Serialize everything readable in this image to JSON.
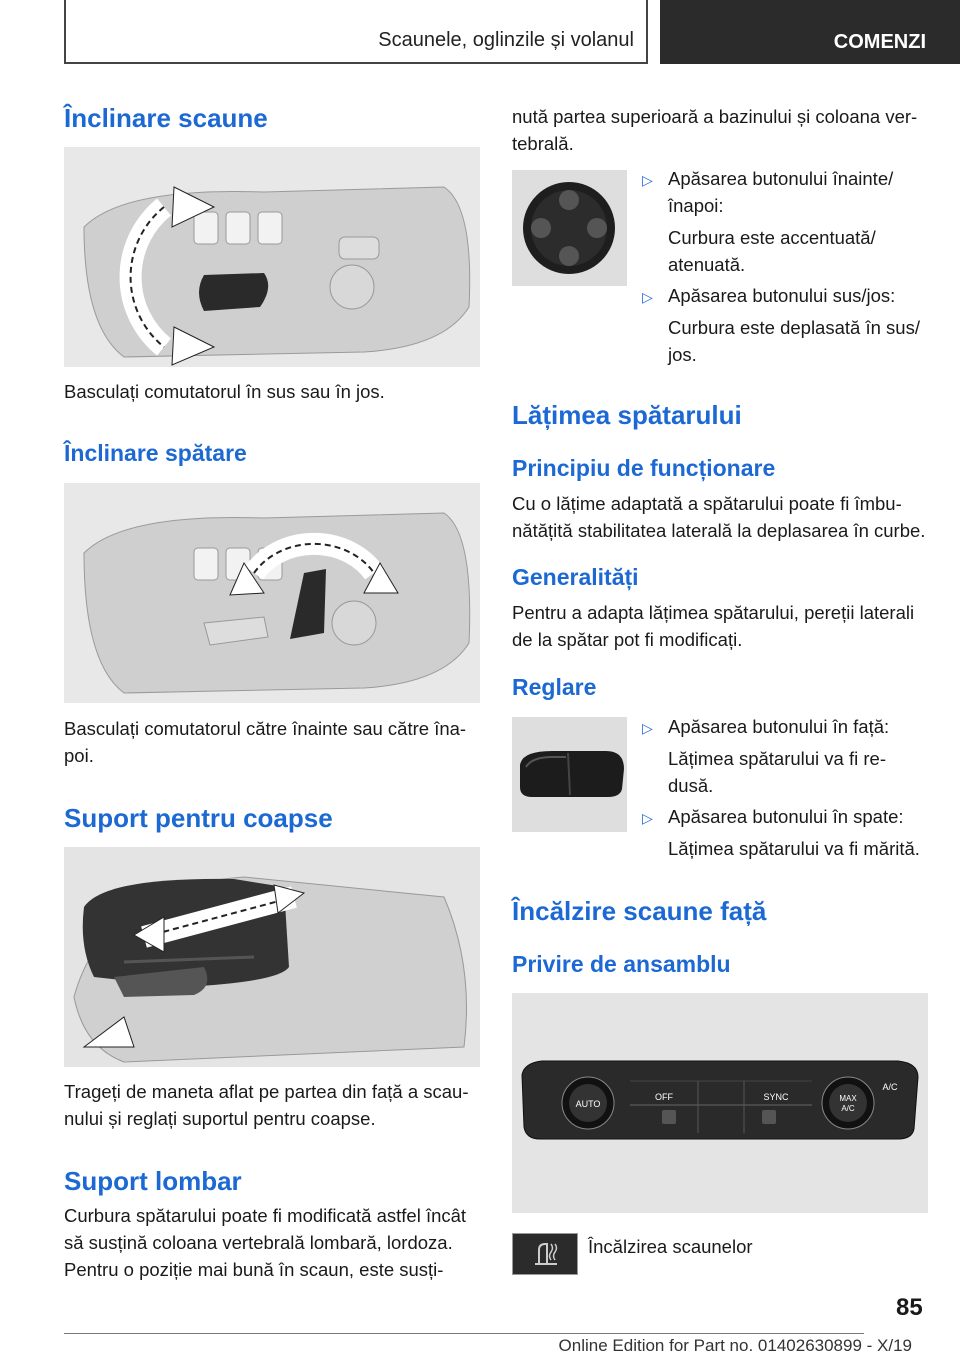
{
  "header": {
    "chapter_title": "Scaunele, oglinzile și volanul",
    "tab_label": "COMENZI"
  },
  "left": {
    "h_inclinare_scaune": "Înclinare scaune",
    "p_inclinare_scaune": "Basculați comutatorul în sus sau în jos.",
    "h_inclinare_spatare": "Înclinare spătare",
    "p_inclinare_spatare_1": "Basculați comutatorul către înainte sau către îna-",
    "p_inclinare_spatare_2": "poi.",
    "h_suport_coapse": "Suport pentru coapse",
    "p_suport_coapse_1": "Trageți de maneta aflat pe partea din față a scau-",
    "p_suport_coapse_2": "nului și reglați suportul pentru coapse.",
    "h_suport_lombar": "Suport lombar",
    "p_lombar_1": "Curbura spătarului poate fi modificată astfel încât",
    "p_lombar_2": "să susțină coloana vertebrală lombară, lordoza.",
    "p_lombar_3": "Pentru o poziție mai bună în scaun, este susți-"
  },
  "right": {
    "p_cont_1": "nută partea superioară a bazinului și coloana ver-",
    "p_cont_2": "tebrală.",
    "lombar_items": [
      {
        "l1": "Apăsarea butonului înainte/",
        "l2": "înapoi:",
        "d1": "Curbura este accentuată/",
        "d2": "atenuată."
      },
      {
        "l1": "Apăsarea butonului sus/jos:",
        "d1": "Curbura este deplasată în sus/",
        "d2": "jos."
      }
    ],
    "h_latimea": "Lățimea spătarului",
    "h_principiu": "Principiu de funcționare",
    "p_principiu_1": "Cu o lățime adaptată a spătarului poate fi îmbu-",
    "p_principiu_2": "nătățită stabilitatea laterală la deplasarea în curbe.",
    "h_generalitati": "Generalități",
    "p_gen_1": "Pentru a adapta lățimea spătarului, pereții laterali",
    "p_gen_2": "de la spătar pot fi modificați.",
    "h_reglare": "Reglare",
    "reglare_items": [
      {
        "l1": "Apăsarea butonului în față:",
        "d1": "Lățimea spătarului va fi re-",
        "d2": "dusă."
      },
      {
        "l1": "Apăsarea butonului în spate:",
        "d1": "Lățimea spătarului va fi mărită."
      }
    ],
    "h_incalzire": "Încălzire scaune față",
    "h_privire": "Privire de ansamblu",
    "panel_labels": {
      "auto": "AUTO",
      "off": "OFF",
      "sync": "SYNC",
      "ac": "A/C",
      "max": "MAX",
      "max_ac": "A/C"
    },
    "p_incalzirea": "Încălzirea scaunelor"
  },
  "footer": {
    "page_number": "85",
    "edition": "Online Edition for Part no. 01402630899 - X/19"
  },
  "colors": {
    "heading": "#1c69d4",
    "tab_bg": "#2b2b2b"
  }
}
